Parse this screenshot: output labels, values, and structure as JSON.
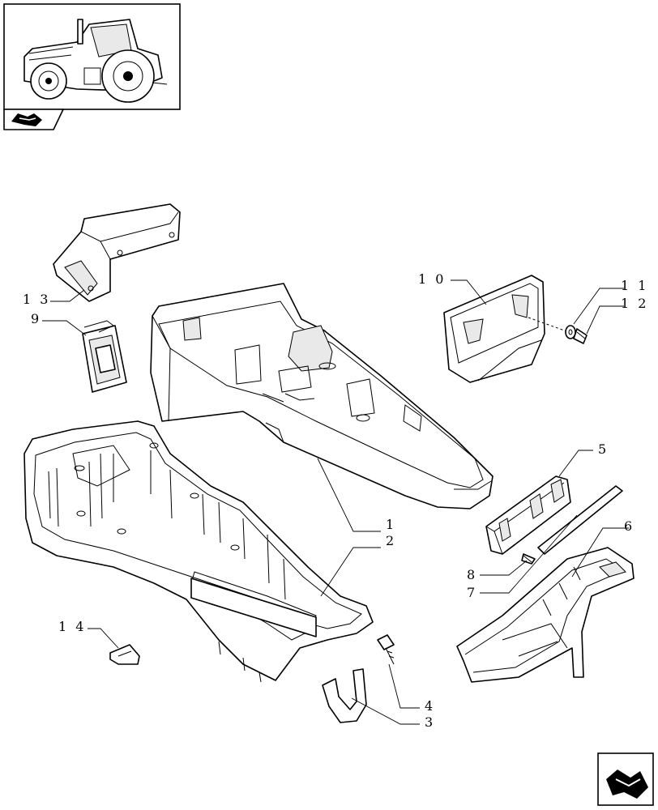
{
  "callouts": [
    {
      "id": "c1",
      "text": "1"
    },
    {
      "id": "c2",
      "text": "2"
    },
    {
      "id": "c3",
      "text": "3"
    },
    {
      "id": "c4",
      "text": "4"
    },
    {
      "id": "c5",
      "text": "5"
    },
    {
      "id": "c6",
      "text": "6"
    },
    {
      "id": "c7",
      "text": "7"
    },
    {
      "id": "c8",
      "text": "8"
    },
    {
      "id": "c9",
      "text": "9"
    },
    {
      "id": "c10",
      "text": "1 0"
    },
    {
      "id": "c11",
      "text": "1 1"
    },
    {
      "id": "c12",
      "text": "1 2"
    },
    {
      "id": "c13",
      "text": "1 3"
    },
    {
      "id": "c14",
      "text": "1 4"
    }
  ],
  "icons": {
    "thumbnail": "tractor-icon",
    "section": "folder-arrow-icon",
    "nav": "next-page-arrow-icon"
  }
}
